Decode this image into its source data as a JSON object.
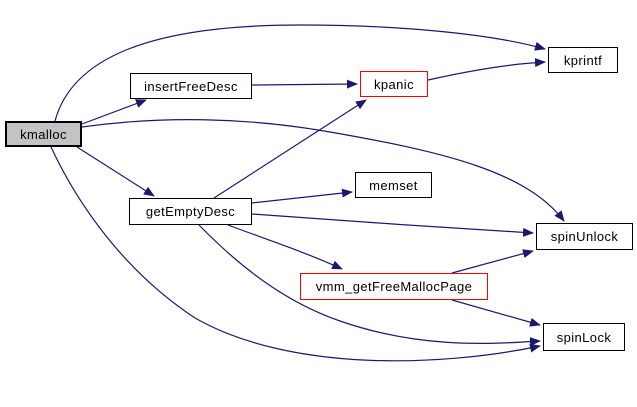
{
  "diagram": {
    "kind": "call-graph",
    "background_color": "#ffffff",
    "edge_color": "#191970",
    "node_fill": "#ffffff",
    "node_border_color": "#000000",
    "root_node_fill": "#c3c3c3",
    "highlight_border_color": "#ff0000",
    "root": "kmalloc",
    "nodes": [
      {
        "id": "kmalloc",
        "label": "kmalloc",
        "style": "root"
      },
      {
        "id": "insertFreeDesc",
        "label": "insertFreeDesc",
        "style": "normal"
      },
      {
        "id": "kpanic",
        "label": "kpanic",
        "style": "red"
      },
      {
        "id": "kprintf",
        "label": "kprintf",
        "style": "normal"
      },
      {
        "id": "getEmptyDesc",
        "label": "getEmptyDesc",
        "style": "normal"
      },
      {
        "id": "memset",
        "label": "memset",
        "style": "normal"
      },
      {
        "id": "spinUnlock",
        "label": "spinUnlock",
        "style": "normal"
      },
      {
        "id": "vmm_getFreeMallocPage",
        "label": "vmm_getFreeMallocPage",
        "style": "red"
      },
      {
        "id": "spinLock",
        "label": "spinLock",
        "style": "normal"
      }
    ],
    "edges": [
      {
        "from": "kmalloc",
        "to": "kprintf"
      },
      {
        "from": "kmalloc",
        "to": "insertFreeDesc"
      },
      {
        "from": "kmalloc",
        "to": "spinUnlock"
      },
      {
        "from": "kmalloc",
        "to": "getEmptyDesc"
      },
      {
        "from": "kmalloc",
        "to": "spinLock"
      },
      {
        "from": "insertFreeDesc",
        "to": "kpanic"
      },
      {
        "from": "kpanic",
        "to": "kprintf"
      },
      {
        "from": "getEmptyDesc",
        "to": "memset"
      },
      {
        "from": "getEmptyDesc",
        "to": "kpanic"
      },
      {
        "from": "getEmptyDesc",
        "to": "spinUnlock"
      },
      {
        "from": "getEmptyDesc",
        "to": "vmm_getFreeMallocPage"
      },
      {
        "from": "getEmptyDesc",
        "to": "spinLock"
      },
      {
        "from": "vmm_getFreeMallocPage",
        "to": "spinUnlock"
      },
      {
        "from": "vmm_getFreeMallocPage",
        "to": "spinLock"
      }
    ]
  }
}
